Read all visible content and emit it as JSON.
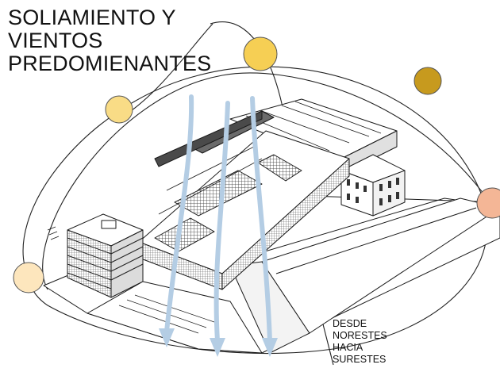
{
  "title": {
    "lines": [
      "SOLIAMIENTO Y",
      "VIENTOS",
      "PREDOMIENANTES"
    ]
  },
  "wind_note": {
    "lines": [
      "DESDE",
      "NORESTES",
      "HACIA",
      "SURESTES"
    ]
  },
  "colors": {
    "wind_arrow": "#b4cde4",
    "sun_morning": "#fde6bd",
    "sun_high": "#f9dc86",
    "sun_zenith": "#f6cf54",
    "sun_afternoon": "#c79a1e",
    "sun_sunset": "#f4b696",
    "sun_orbit": "#222222",
    "building_line": "#1a1a1a"
  },
  "icons": {
    "sun": "circle",
    "wind": "downward-arrow"
  }
}
